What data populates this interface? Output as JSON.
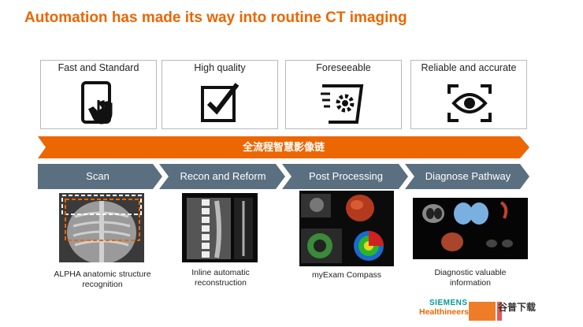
{
  "title": "Automation has made its way into routine CT imaging",
  "features": [
    {
      "label": "Fast and Standard",
      "icon": "tablet-touch-icon"
    },
    {
      "label": "High quality",
      "icon": "checkbox-icon"
    },
    {
      "label": "Foreseeable",
      "icon": "gear-scanner-icon"
    },
    {
      "label": "Reliable and accurate",
      "icon": "eye-focus-icon"
    }
  ],
  "banner": "全流程智慧影像链",
  "steps": [
    "Scan",
    "Recon and Reform",
    "Post Processing",
    "Diagnose Pathway"
  ],
  "captions": [
    "ALPHA anatomic structure recognition",
    "Inline automatic reconstruction",
    "myExam Compass",
    "Diagnostic valuable information"
  ],
  "logo": {
    "line1": "SIEMENS",
    "line2": "Healthineers"
  },
  "watermark": "谷普下载",
  "colors": {
    "orange": "#ec6602",
    "steps": "#5a6f80"
  }
}
